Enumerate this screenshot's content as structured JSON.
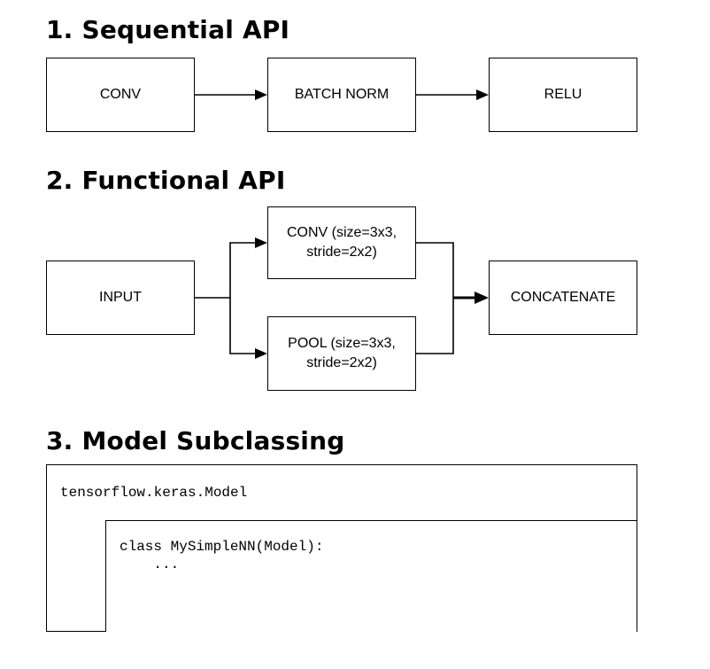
{
  "sections": {
    "sequential": {
      "title": "1. Sequential API",
      "nodes": {
        "conv": "CONV",
        "batch_norm": "BATCH NORM",
        "relu": "RELU"
      }
    },
    "functional": {
      "title": "2. Functional API",
      "nodes": {
        "input": "INPUT",
        "conv": "CONV (size=3x3,\nstride=2x2)",
        "pool": "POOL (size=3x3,\nstride=2x2)",
        "concatenate": "CONCATENATE"
      }
    },
    "subclassing": {
      "title": "3. Model Subclassing",
      "outer_label": "tensorflow.keras.Model",
      "code_line_1": "class MySimpleNN(Model):",
      "code_line_2": "    ..."
    }
  },
  "colors": {
    "stroke": "#000000",
    "background": "#ffffff"
  }
}
